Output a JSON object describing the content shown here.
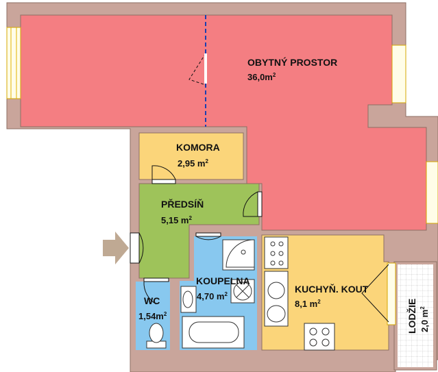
{
  "colors": {
    "wall": "#c9a59b",
    "wall_edge": "#8d6e63",
    "living": "#f47e82",
    "storage": "#fbd57a",
    "hall": "#9ec35a",
    "bath": "#88c8ef",
    "kitchen": "#fbd57a",
    "loggia_grid": "#c7c7c7",
    "window": "#fffde8",
    "entry_arrow": "#bfa993",
    "divider": "#1a3fb0"
  },
  "rooms": {
    "living": {
      "name": "OBYTNÝ PROSTOR",
      "area": "36,0m",
      "unit_sup": "2"
    },
    "storage": {
      "name": "KOMORA",
      "area": "2,95 m",
      "unit_sup": "2"
    },
    "hall": {
      "name": "PŘEDSÍŇ",
      "area": "5,15 m",
      "unit_sup": "2"
    },
    "bath": {
      "name": "KOUPELNA",
      "area": "4,70 m",
      "unit_sup": "2"
    },
    "wc": {
      "name": "WC",
      "area": "1,54m",
      "unit_sup": "2"
    },
    "kitchen": {
      "name": "KUCHYŇ. KOUT",
      "area": "8,1 m",
      "unit_sup": "2"
    },
    "loggia": {
      "name": "LODŽIE",
      "area": "2,0 m",
      "unit_sup": "2"
    }
  },
  "icons": {
    "entry": "entry-arrow-icon",
    "bathtub": "bathtub-icon",
    "shower": "shower-icon",
    "toilet": "toilet-icon",
    "sink": "sink-icon",
    "washer": "washing-machine-icon",
    "hob": "hob-icon",
    "kitchen_sink": "kitchen-sink-icon"
  }
}
